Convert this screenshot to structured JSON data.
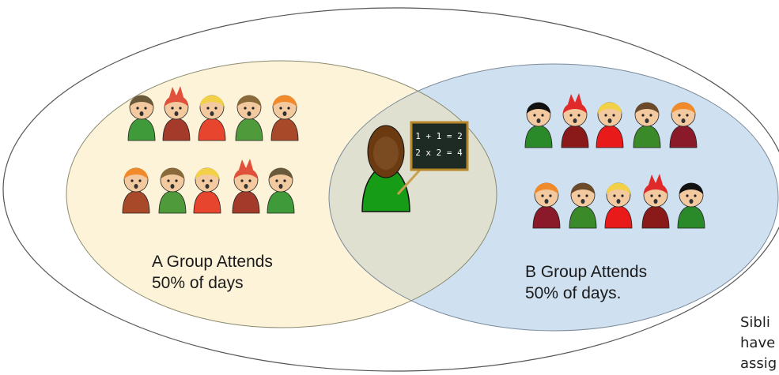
{
  "group_a": {
    "line1": "A Group Attends",
    "line2": "50% of days",
    "fill": "#fdf3d9"
  },
  "group_b": {
    "line1": "B Group Attends",
    "line2": "50% of days.",
    "fill": "#cfe0f0"
  },
  "overlap_fill": "#dfe0cf",
  "siblings_note": {
    "line1": "Sibli",
    "line2": "have",
    "line3": "assig"
  },
  "icons": {
    "teacher": "teacher-icon",
    "chalkboard": "chalkboard-icon",
    "student": "student-icon"
  },
  "chalkboard": {
    "line1": "1 + 1 = 2",
    "line2": "2 x 2 = 4"
  }
}
